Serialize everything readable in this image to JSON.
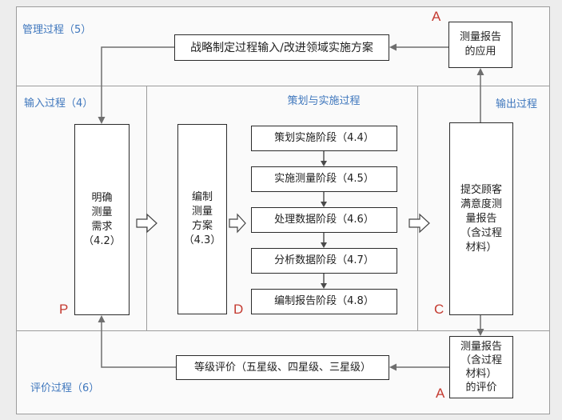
{
  "diagram": {
    "sections": {
      "management": {
        "label": "管理过程（5）"
      },
      "input": {
        "label": "输入过程（4）"
      },
      "planning": {
        "label": "策划与实施过程"
      },
      "output": {
        "label": "输出过程"
      },
      "evaluation": {
        "label": "评价过程（6）"
      }
    },
    "nodes": {
      "report_application": {
        "lines": [
          "测量报告",
          "的应用"
        ]
      },
      "strategy_input": {
        "lines": [
          "战略制定过程输入/改进领域实施方案"
        ]
      },
      "define_requirements": {
        "lines": [
          "明确",
          "测量",
          "需求",
          "（4.2）"
        ]
      },
      "prepare_plan": {
        "lines": [
          "编制",
          "测量",
          "方案",
          "（4.3）"
        ]
      },
      "stages": [
        {
          "label": "策划实施阶段（4.4）"
        },
        {
          "label": "实施测量阶段（4.5）"
        },
        {
          "label": "处理数据阶段（4.6）"
        },
        {
          "label": "分析数据阶段（4.7）"
        },
        {
          "label": "编制报告阶段（4.8）"
        }
      ],
      "submit_report": {
        "lines": [
          "提交顾客",
          "满意度测",
          "量报告",
          "（含过程",
          "材料）"
        ]
      },
      "report_evaluation": {
        "lines": [
          "测量报告",
          "（含过程",
          "材料）",
          "的评价"
        ]
      },
      "grading": {
        "lines": [
          "等级评价（五星级、四星级、三星级）"
        ]
      }
    },
    "pdca_markers": {
      "act_top": "A",
      "plan": "P",
      "do": "D",
      "check": "C",
      "act_bottom": "A"
    }
  },
  "colors": {
    "section_label": "#3f77bd",
    "pdca_marker": "#c43a30",
    "box_border": "#2b2b2b",
    "connector": "#6e6e6e",
    "frame": "#9c9c9c",
    "background": "#ededed",
    "panel": "#fafafa"
  }
}
